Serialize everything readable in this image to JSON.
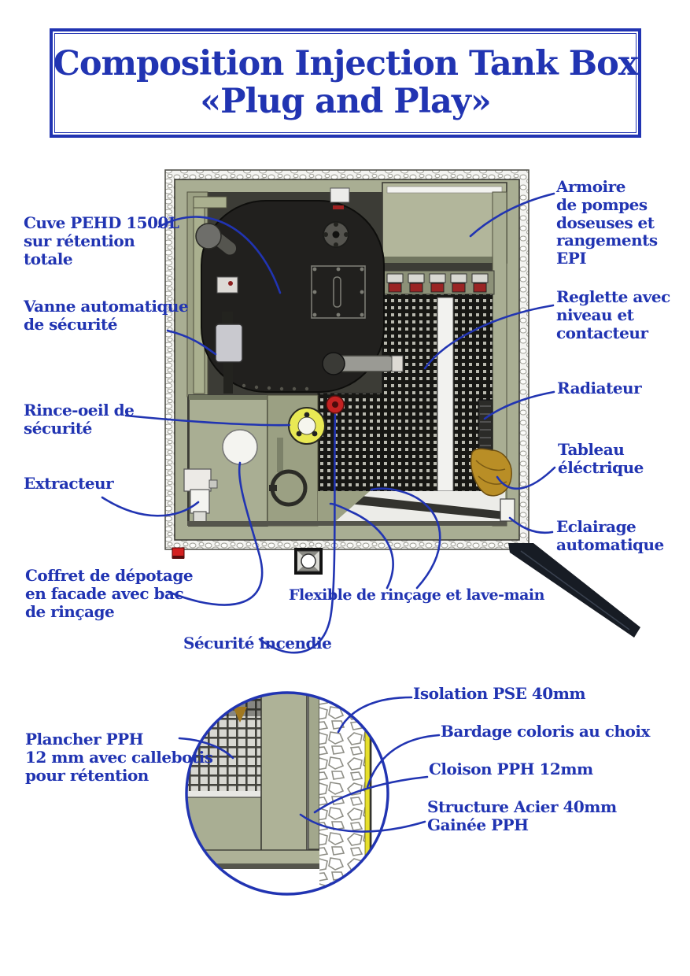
{
  "title": {
    "line1": "Composition Injection Tank Box",
    "line2": "«Plug and Play»"
  },
  "colors": {
    "accent_blue": "#2134b2",
    "wall_sage": "#a9ae93",
    "tank_black": "#21201e",
    "safety_yellow": "#e9e954",
    "alert_red": "#c32222",
    "bardage_yellow": "#e6df2c"
  },
  "callouts": {
    "cuve": "Cuve PEHD 1500L\nsur rétention\ntotale",
    "vanne": "Vanne automatique\nde sécurité",
    "rince_oeil": "Rince-oeil de\nsécurité",
    "extracteur": "Extracteur",
    "coffret": "Coffret de dépotage\nen facade avec bac\nde rinçage",
    "securite_incendie": "Sécurité incendie",
    "flexible": "Flexible de rinçage et lave-main",
    "armoire": "Armoire\nde pompes\ndoseuses et\nrangements EPI",
    "reglette": "Reglette avec\nniveau et\ncontacteur",
    "radiateur": "Radiateur",
    "tableau": "Tableau\néléctrique",
    "eclairage": "Eclairage\nautomatique",
    "isolation": "Isolation PSE 40mm",
    "bardage": "Bardage coloris au choix",
    "cloison": "Cloison PPH 12mm",
    "structure": "Structure Acier 40mm\nGainée PPH",
    "plancher": "Plancher PPH\n12 mm avec callebotis\npour rétention"
  }
}
